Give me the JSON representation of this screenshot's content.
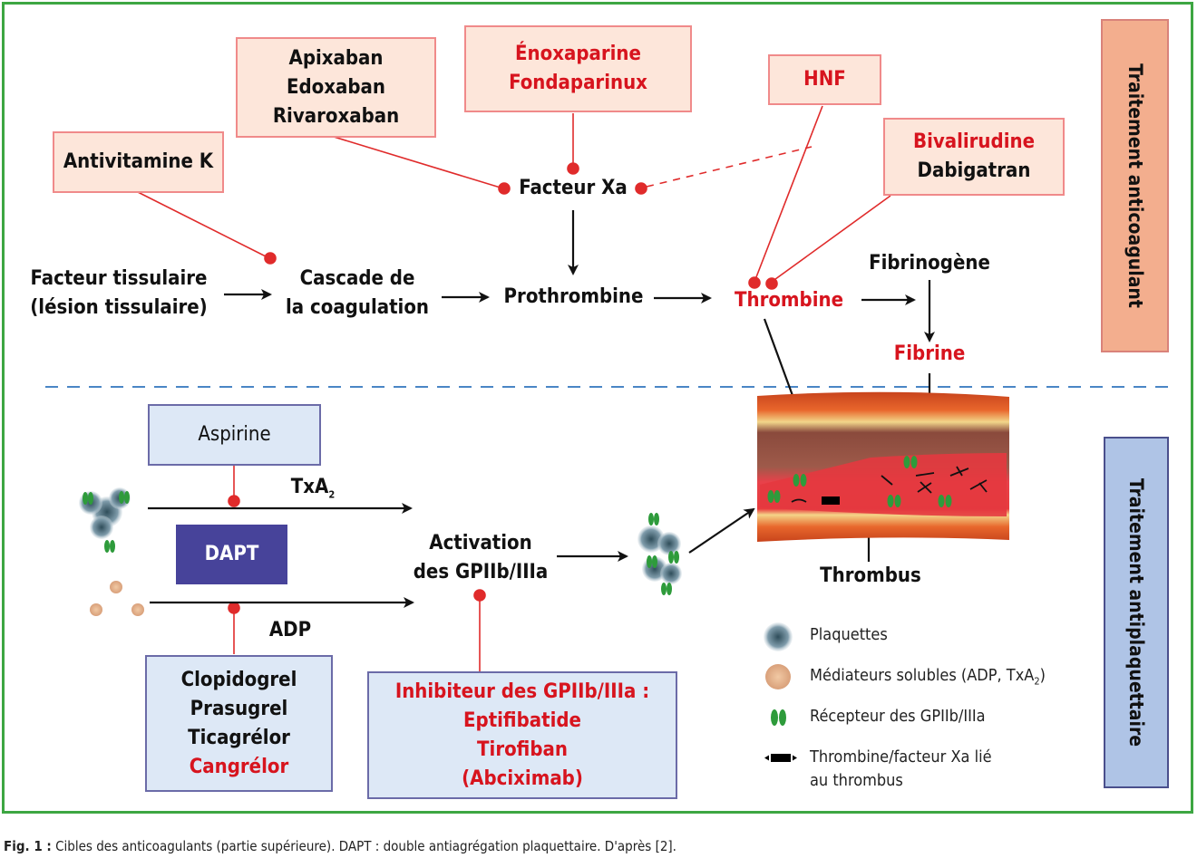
{
  "figure": {
    "side_labels": {
      "anticoagulant": "Traitement anticoagulant",
      "antiplatelet": "Traitement antiplaquettaire"
    },
    "anticoagulant_drugs": {
      "avk": [
        "Antivitamine K"
      ],
      "xaban": [
        "Apixaban",
        "Edoxaban",
        "Rivaroxaban"
      ],
      "heparin_lmw": [
        "Énoxaparine",
        "Fondaparinux"
      ],
      "hnf": [
        "HNF"
      ],
      "direct_thrombin": [
        {
          "text": "Bivalirudine",
          "color": "red"
        },
        {
          "text": "Dabigatran",
          "color": "black"
        }
      ]
    },
    "cascade_nodes": {
      "tissue_factor": [
        "Facteur tissulaire",
        "(lésion tissulaire)"
      ],
      "cascade": [
        "Cascade de",
        "la coagulation"
      ],
      "factor_xa": "Facteur Xa",
      "prothrombin": "Prothrombine",
      "thrombin": "Thrombine",
      "fibrinogen": "Fibrinogène",
      "fibrin": "Fibrine"
    },
    "antiplatelet": {
      "aspirin": "Aspirine",
      "dapt": "DAPT",
      "txa2": "TxA",
      "txa2_sub": "2",
      "adp": "ADP",
      "activation": [
        "Activation",
        "des GPIIb/IIIa"
      ],
      "thrombus": "Thrombus",
      "p2y12_drugs": [
        {
          "text": "Clopidogrel",
          "color": "black"
        },
        {
          "text": "Prasugrel",
          "color": "black"
        },
        {
          "text": "Ticagrélor",
          "color": "black"
        },
        {
          "text": "Cangrélor",
          "color": "red"
        }
      ],
      "gp_inhibitors": [
        "Inhibiteur des GPIIb/IIIa :",
        "Eptifibatide",
        "Tirofiban",
        "(Abciximab)"
      ]
    },
    "legend": {
      "platelets": "Plaquettes",
      "mediators": "Médiateurs solubles (ADP, TxA",
      "mediators_sub": "2",
      "mediators_end": ")",
      "receptor": "Récepteur des GPIIb/IIIa",
      "bound": [
        "Thrombine/facteur Xa lié",
        "au thrombus"
      ]
    },
    "colors": {
      "frame": "#3da642",
      "inhibit_red": "#e02b2b",
      "pink_fill": "#fde6da",
      "blue_fill": "#dde8f6",
      "dapt": "#47439a",
      "side_orange": "#f3ae8e",
      "side_blue": "#afc4e6"
    }
  },
  "caption": {
    "label": "Fig. 1 :",
    "text": " Cibles des anticoagulants (partie supérieure). DAPT : double antiagrégation plaquettaire. D'après [2]."
  }
}
